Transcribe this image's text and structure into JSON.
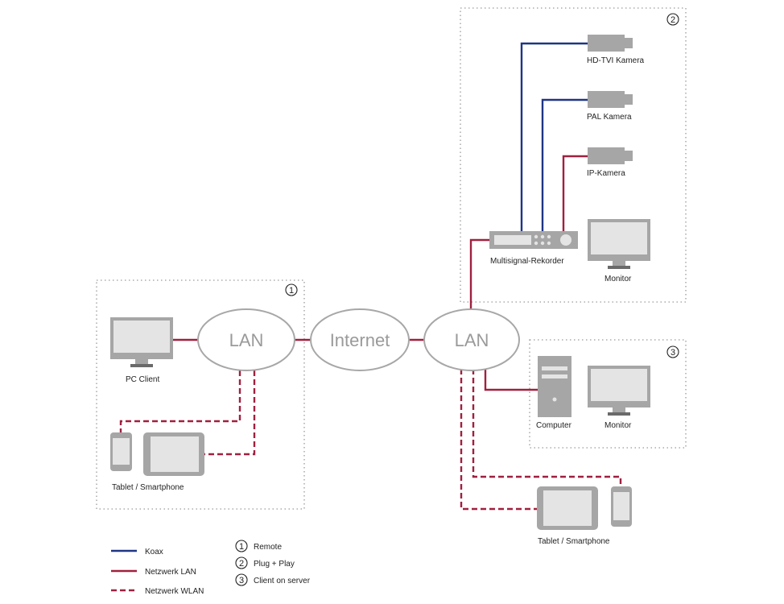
{
  "zones": [
    {
      "id": "remote",
      "number": "1"
    },
    {
      "id": "plug-play",
      "number": "2"
    },
    {
      "id": "client-on-server",
      "number": "3"
    }
  ],
  "clouds": {
    "lan_left": "LAN",
    "internet": "Internet",
    "lan_right": "LAN"
  },
  "labels": {
    "hdtvi_camera": "HD-TVI Kamera",
    "pal_camera": "PAL Kamera",
    "ip_camera": "IP-Kamera",
    "recorder": "Multisignal-Rekorder",
    "monitor_top": "Monitor",
    "pc_client": "PC Client",
    "tablet_left": "Tablet / Smartphone",
    "computer": "Computer",
    "monitor_bottom": "Monitor",
    "tablet_right": "Tablet / Smartphone"
  },
  "legend": {
    "lines": [
      {
        "label": "Koax",
        "style": "solid",
        "color": "#1f3585"
      },
      {
        "label": "Netzwerk LAN",
        "style": "solid",
        "color": "#a0203f"
      },
      {
        "label": "Netzwerk WLAN",
        "style": "dashed",
        "color": "#a0203f"
      }
    ],
    "numbers": [
      {
        "number": "1",
        "label": "Remote"
      },
      {
        "number": "2",
        "label": "Plug + Play"
      },
      {
        "number": "3",
        "label": "Client on server"
      }
    ]
  },
  "colors": {
    "coax": "#1f3585",
    "lan": "#a0203f",
    "device": "#a6a6a6",
    "cloud_outline": "#a7a7a7"
  }
}
